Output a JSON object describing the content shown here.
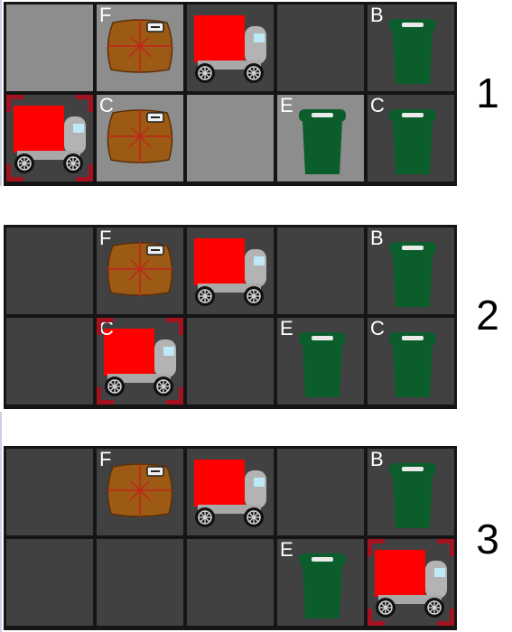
{
  "colors": {
    "cell_dark": "#414141",
    "cell_light": "#8d8d8d",
    "grid_line": "#151515",
    "truck_body": "#ff0000",
    "bin_green": "#0b5e2c",
    "parcel_brown": "#9c5a14",
    "selection_red": "#a5121f"
  },
  "panels": [
    {
      "number": "1",
      "cells": [
        {
          "row": 0,
          "col": 0,
          "shade": "light",
          "object": null,
          "letter": ""
        },
        {
          "row": 0,
          "col": 1,
          "shade": "light",
          "object": "parcel",
          "letter": "F"
        },
        {
          "row": 0,
          "col": 2,
          "shade": "dark",
          "object": "truck",
          "letter": ""
        },
        {
          "row": 0,
          "col": 3,
          "shade": "dark",
          "object": null,
          "letter": ""
        },
        {
          "row": 0,
          "col": 4,
          "shade": "dark",
          "object": "bin",
          "letter": "B"
        },
        {
          "row": 1,
          "col": 0,
          "shade": "dark",
          "object": "truck",
          "letter": "",
          "selected": true
        },
        {
          "row": 1,
          "col": 1,
          "shade": "light",
          "object": "parcel",
          "letter": "C"
        },
        {
          "row": 1,
          "col": 2,
          "shade": "light",
          "object": null,
          "letter": ""
        },
        {
          "row": 1,
          "col": 3,
          "shade": "light",
          "object": "bin",
          "letter": "E"
        },
        {
          "row": 1,
          "col": 4,
          "shade": "dark",
          "object": "bin",
          "letter": "C"
        }
      ]
    },
    {
      "number": "2",
      "cells": [
        {
          "row": 0,
          "col": 0,
          "shade": "dark",
          "object": null,
          "letter": ""
        },
        {
          "row": 0,
          "col": 1,
          "shade": "dark",
          "object": "parcel",
          "letter": "F"
        },
        {
          "row": 0,
          "col": 2,
          "shade": "dark",
          "object": "truck",
          "letter": ""
        },
        {
          "row": 0,
          "col": 3,
          "shade": "dark",
          "object": null,
          "letter": ""
        },
        {
          "row": 0,
          "col": 4,
          "shade": "dark",
          "object": "bin",
          "letter": "B"
        },
        {
          "row": 1,
          "col": 0,
          "shade": "dark",
          "object": null,
          "letter": ""
        },
        {
          "row": 1,
          "col": 1,
          "shade": "dark",
          "object": "truck",
          "letter": "C",
          "selected": true
        },
        {
          "row": 1,
          "col": 2,
          "shade": "dark",
          "object": null,
          "letter": ""
        },
        {
          "row": 1,
          "col": 3,
          "shade": "dark",
          "object": "bin",
          "letter": "E"
        },
        {
          "row": 1,
          "col": 4,
          "shade": "dark",
          "object": "bin",
          "letter": "C"
        }
      ]
    },
    {
      "number": "3",
      "cells": [
        {
          "row": 0,
          "col": 0,
          "shade": "dark",
          "object": null,
          "letter": ""
        },
        {
          "row": 0,
          "col": 1,
          "shade": "dark",
          "object": "parcel",
          "letter": "F"
        },
        {
          "row": 0,
          "col": 2,
          "shade": "dark",
          "object": "truck",
          "letter": ""
        },
        {
          "row": 0,
          "col": 3,
          "shade": "dark",
          "object": null,
          "letter": ""
        },
        {
          "row": 0,
          "col": 4,
          "shade": "dark",
          "object": "bin",
          "letter": "B"
        },
        {
          "row": 1,
          "col": 0,
          "shade": "dark",
          "object": null,
          "letter": ""
        },
        {
          "row": 1,
          "col": 1,
          "shade": "dark",
          "object": null,
          "letter": ""
        },
        {
          "row": 1,
          "col": 2,
          "shade": "dark",
          "object": null,
          "letter": ""
        },
        {
          "row": 1,
          "col": 3,
          "shade": "dark",
          "object": "bin",
          "letter": "E"
        },
        {
          "row": 1,
          "col": 4,
          "shade": "dark",
          "object": "truck",
          "letter": "",
          "selected": true
        }
      ]
    }
  ]
}
